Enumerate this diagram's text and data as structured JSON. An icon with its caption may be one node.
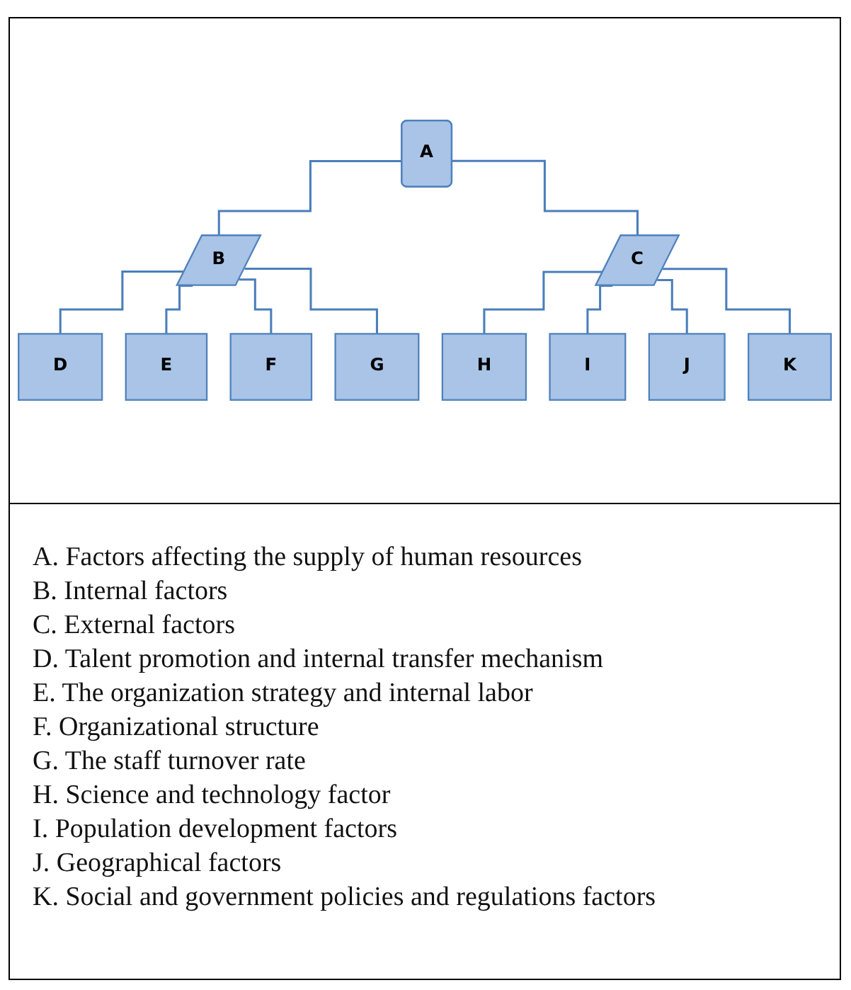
{
  "diagram": {
    "nodes": [
      {
        "text": [
          "A"
        ]
      },
      {
        "text": [
          "B"
        ]
      },
      {
        "text": [
          "C"
        ]
      },
      {
        "text": [
          "D"
        ]
      },
      {
        "text": [
          "E"
        ]
      },
      {
        "text": [
          "F"
        ]
      },
      {
        "text": [
          "G"
        ]
      },
      {
        "text": [
          "H"
        ]
      },
      {
        "text": [
          "I"
        ]
      },
      {
        "text": [
          "J"
        ]
      },
      {
        "text": [
          "K"
        ]
      }
    ],
    "edges": [
      {
        "from": 0,
        "to": 1,
        "arrow": "none"
      },
      {
        "from": 0,
        "to": 2,
        "arrow": "none"
      },
      {
        "from": 1,
        "to": 3,
        "arrow": "none"
      },
      {
        "from": 1,
        "to": 4,
        "arrow": "none"
      },
      {
        "from": 1,
        "to": 5,
        "arrow": "none"
      },
      {
        "from": 1,
        "to": 6,
        "arrow": "none"
      },
      {
        "from": 2,
        "to": 7,
        "arrow": "none"
      },
      {
        "from": 2,
        "to": 8,
        "arrow": "none"
      },
      {
        "from": 2,
        "to": 9,
        "arrow": "none"
      },
      {
        "from": 2,
        "to": 10,
        "arrow": "none"
      }
    ],
    "labels": [
      "A. Factors affecting the supply of human resources",
      "B. Internal factors",
      "C. External factors",
      "D. Talent promotion and internal transfer mechanism",
      "E. The organization strategy and internal labor",
      "F. Organizational structure",
      "G. The staff turnover rate",
      "H. Science and technology factor",
      "I. Population development factors",
      "J. Geographical factors",
      "K. Social and government policies and regulations factors"
    ]
  }
}
